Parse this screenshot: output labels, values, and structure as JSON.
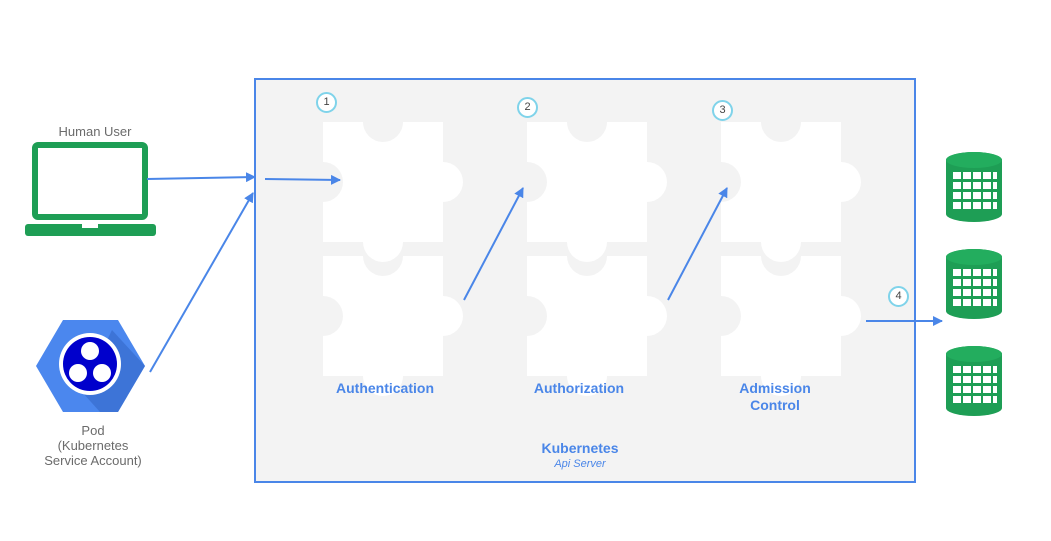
{
  "actors": {
    "human_user": {
      "label": "Human User"
    },
    "pod": {
      "label_line1": "Pod",
      "label_line2": "(Kubernetes",
      "label_line3": "Service Account)"
    }
  },
  "api_server": {
    "title": "Kubernetes",
    "subtitle": "Api Server"
  },
  "stages": [
    {
      "step": "1",
      "label": "Authentication"
    },
    {
      "step": "2",
      "label": "Authorization"
    },
    {
      "step": "3",
      "label_line1": "Admission",
      "label_line2": "Control"
    }
  ],
  "storage_step": {
    "step": "4"
  },
  "colors": {
    "box_border": "#4a86e8",
    "box_fill": "#f3f3f3",
    "arrow": "#4a86e8",
    "actor_green": "#1e9e55",
    "pod_blue": "#3b7ded",
    "step_circle": "#7fd3ea"
  }
}
